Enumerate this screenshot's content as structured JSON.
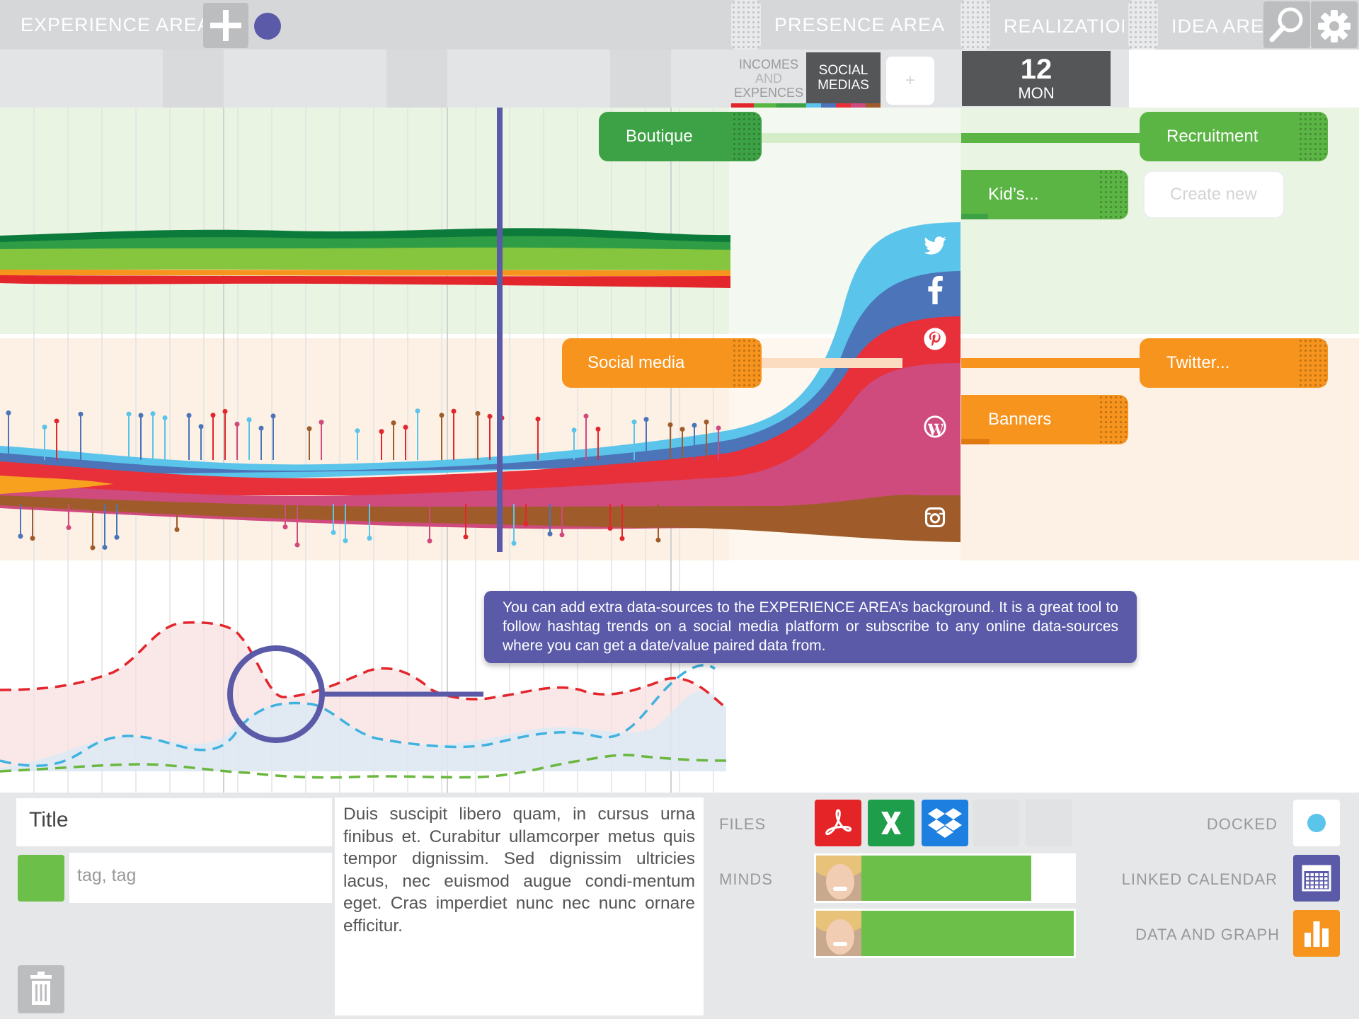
{
  "header": {
    "experience_area": "EXPERIENCE AREA",
    "presence_area": "PRESENCE AREA",
    "realization": "REALIZATION",
    "idea_area": "IDEA AREA"
  },
  "subheader": {
    "incomes_line1": "INCOMES",
    "incomes_line2": "AND",
    "incomes_line3": "EXPENCES",
    "social_line1": "SOCIAL",
    "social_line2": "MEDIAS",
    "add_label": "+",
    "date_day": "12",
    "date_weekday": "MON"
  },
  "tags": {
    "boutique": "Boutique",
    "recruitment": "Recruitment",
    "kids": "Kid’s...",
    "create_new": "Create new",
    "social_media": "Social media",
    "twitter": "Twitter...",
    "banners": "Banners"
  },
  "tooltip": "You can add extra data-sources to the EXPERIENCE AREA’s background. It is a great tool to follow hashtag trends on a social media platform or subscribe to any online data-sources where you can get a date/value paired data from.",
  "editor": {
    "title_value": "Title",
    "tags_placeholder": "tag, tag",
    "body_text": "Duis suscipit libero quam, in cursus urna finibus et. Curabitur ullamcorper metus quis tempor dignissim. Sed dignissim ultricies lacus, nec euismod augue condi-mentum eget. Cras imperdiet nunc nec nunc ornare efficitur."
  },
  "attachments": {
    "files_label": "FILES",
    "minds_label": "MINDS",
    "minds_progress": [
      0.8,
      1.0
    ]
  },
  "settings": {
    "docked_label": "DOCKED",
    "linked_calendar_label": "LINKED CALENDAR",
    "data_graph_label": "DATA AND GRAPH"
  },
  "colors": {
    "green": "#5bb544",
    "orange": "#f7941d",
    "purple": "#5a5aa9",
    "twitter": "#5bc4ea",
    "facebook": "#4b74b9",
    "pinterest": "#e8303a",
    "wordpress": "#cf4a7d",
    "instagram": "#9f5c2a",
    "pdf": "#e52427",
    "excel": "#1e9e4a",
    "dropbox": "#1d7fe0"
  },
  "icons": [
    "plus-icon",
    "search-icon",
    "gear-icon",
    "twitter-icon",
    "facebook-icon",
    "pinterest-icon",
    "wordpress-icon",
    "instagram-icon",
    "pdf-icon",
    "excel-icon",
    "dropbox-icon",
    "trash-icon",
    "calendar-icon",
    "bar-chart-icon"
  ]
}
